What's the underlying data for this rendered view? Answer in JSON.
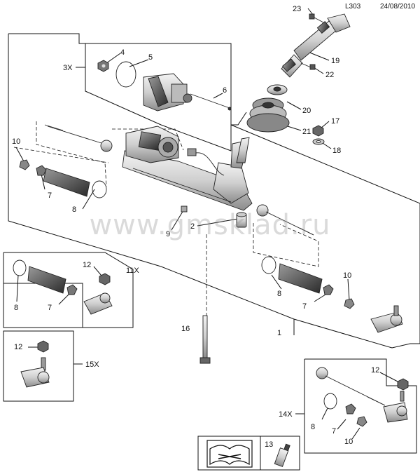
{
  "header": {
    "code": "L303",
    "date": "24/08/2010"
  },
  "watermark": "www.gmsklad.ru",
  "callouts": {
    "c1": "1",
    "c2": "2",
    "c3x": "3X",
    "c4": "4",
    "c5": "5",
    "c6": "6",
    "c7a": "7",
    "c7b": "7",
    "c7c": "7",
    "c7d": "7",
    "c8a": "8",
    "c8b": "8",
    "c8c": "8",
    "c8d": "8",
    "c9": "9",
    "c10a": "10",
    "c10b": "10",
    "c10c": "10",
    "c11x": "11X",
    "c12a": "12",
    "c12b": "12",
    "c12c": "12",
    "c13": "13",
    "c14x": "14X",
    "c15x": "15X",
    "c16": "16",
    "c17": "17",
    "c18": "18",
    "c19": "19",
    "c20": "20",
    "c21": "21",
    "c22": "22",
    "c23": "23"
  },
  "colors": {
    "ink": "#111111",
    "part_fill": "#e6e6e6",
    "part_dark": "#9a9a9a",
    "watermark": "#969696"
  }
}
